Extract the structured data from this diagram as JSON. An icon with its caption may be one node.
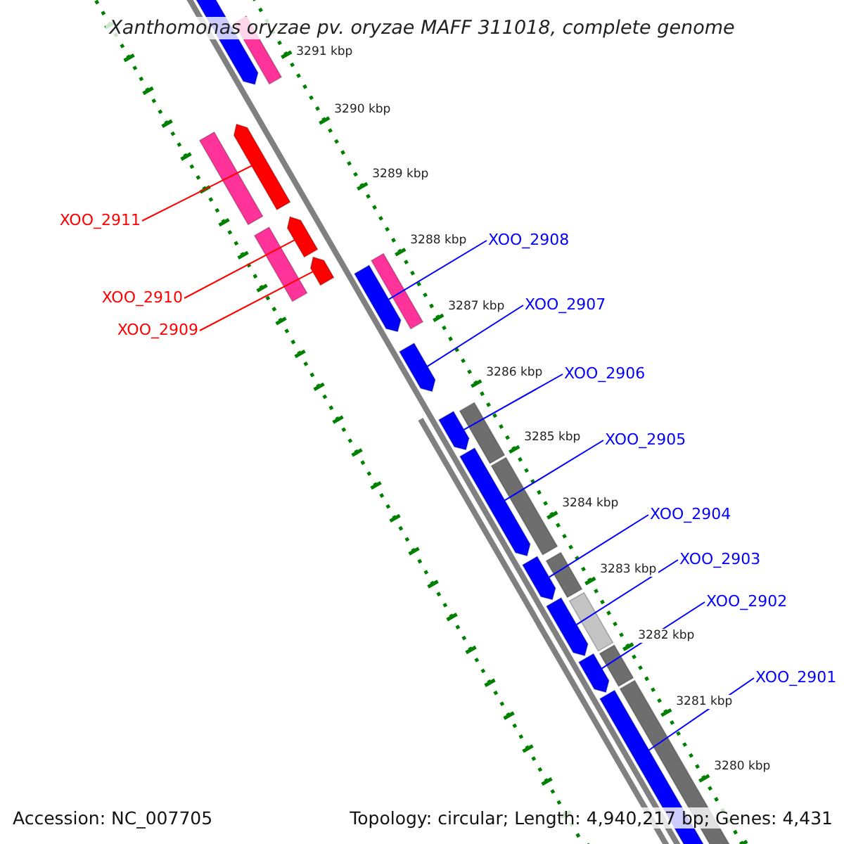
{
  "diagram": {
    "title": "Xanthomonas oryzae pv. oryzae MAFF 311018, complete genome",
    "nodes": [
      {
        "text": [
          "XOO_2911"
        ]
      },
      {
        "text": [
          "XOO_2910"
        ]
      },
      {
        "text": [
          "XOO_2909"
        ]
      },
      {
        "text": [
          "XOO_2908"
        ]
      },
      {
        "text": [
          "XOO_2907"
        ]
      },
      {
        "text": [
          "XOO_2906"
        ]
      },
      {
        "text": [
          "XOO_2905"
        ]
      },
      {
        "text": [
          "XOO_2904"
        ]
      },
      {
        "text": [
          "XOO_2903"
        ]
      },
      {
        "text": [
          "XOO_2902"
        ]
      },
      {
        "text": [
          "XOO_2901"
        ]
      },
      {
        "text": [],
        "shape": "bar"
      },
      {
        "text": [],
        "shape": "bar"
      },
      {
        "text": [],
        "shape": "bar"
      },
      {
        "text": [],
        "shape": "bar"
      },
      {
        "text": [],
        "shape": "bar"
      },
      {
        "text": [],
        "shape": "bar"
      },
      {
        "text": [],
        "shape": "bar"
      },
      {
        "text": [],
        "shape": "bar"
      },
      {
        "text": [],
        "shape": "bar"
      },
      {
        "text": [],
        "shape": "bar"
      },
      {
        "text": [],
        "shape": "bar"
      }
    ],
    "edges": [
      {
        "from": 0,
        "to": 11,
        "arrow": "none",
        "color": "#ff0000"
      },
      {
        "from": 1,
        "to": 12,
        "arrow": "none",
        "color": "#ff0000"
      },
      {
        "from": 2,
        "to": 13,
        "arrow": "none",
        "color": "#ff0000"
      },
      {
        "from": 3,
        "to": 14,
        "arrow": "none",
        "color": "#0000ff"
      },
      {
        "from": 4,
        "to": 15,
        "arrow": "none",
        "color": "#0000ff"
      },
      {
        "from": 5,
        "to": 16,
        "arrow": "none",
        "color": "#0000ff"
      },
      {
        "from": 6,
        "to": 17,
        "arrow": "none",
        "color": "#0000ff"
      },
      {
        "from": 7,
        "to": 18,
        "arrow": "none",
        "color": "#0000ff"
      },
      {
        "from": 8,
        "to": 19,
        "arrow": "none",
        "color": "#0000ff"
      },
      {
        "from": 9,
        "to": 20,
        "arrow": "none",
        "color": "#0000ff"
      },
      {
        "from": 10,
        "to": 21,
        "arrow": "none",
        "color": "#0000ff"
      }
    ],
    "labels": [
      "3291 kbp",
      "3290 kbp",
      "3289 kbp",
      "3288 kbp",
      "3287 kbp",
      "3286 kbp",
      "3285 kbp",
      "3284 kbp",
      "3283 kbp",
      "3282 kbp",
      "3281 kbp",
      "3280 kbp",
      "Accession: NC_007705",
      "Topology: circular; Length: 4,940,217 bp; Genes: 4,431"
    ]
  }
}
